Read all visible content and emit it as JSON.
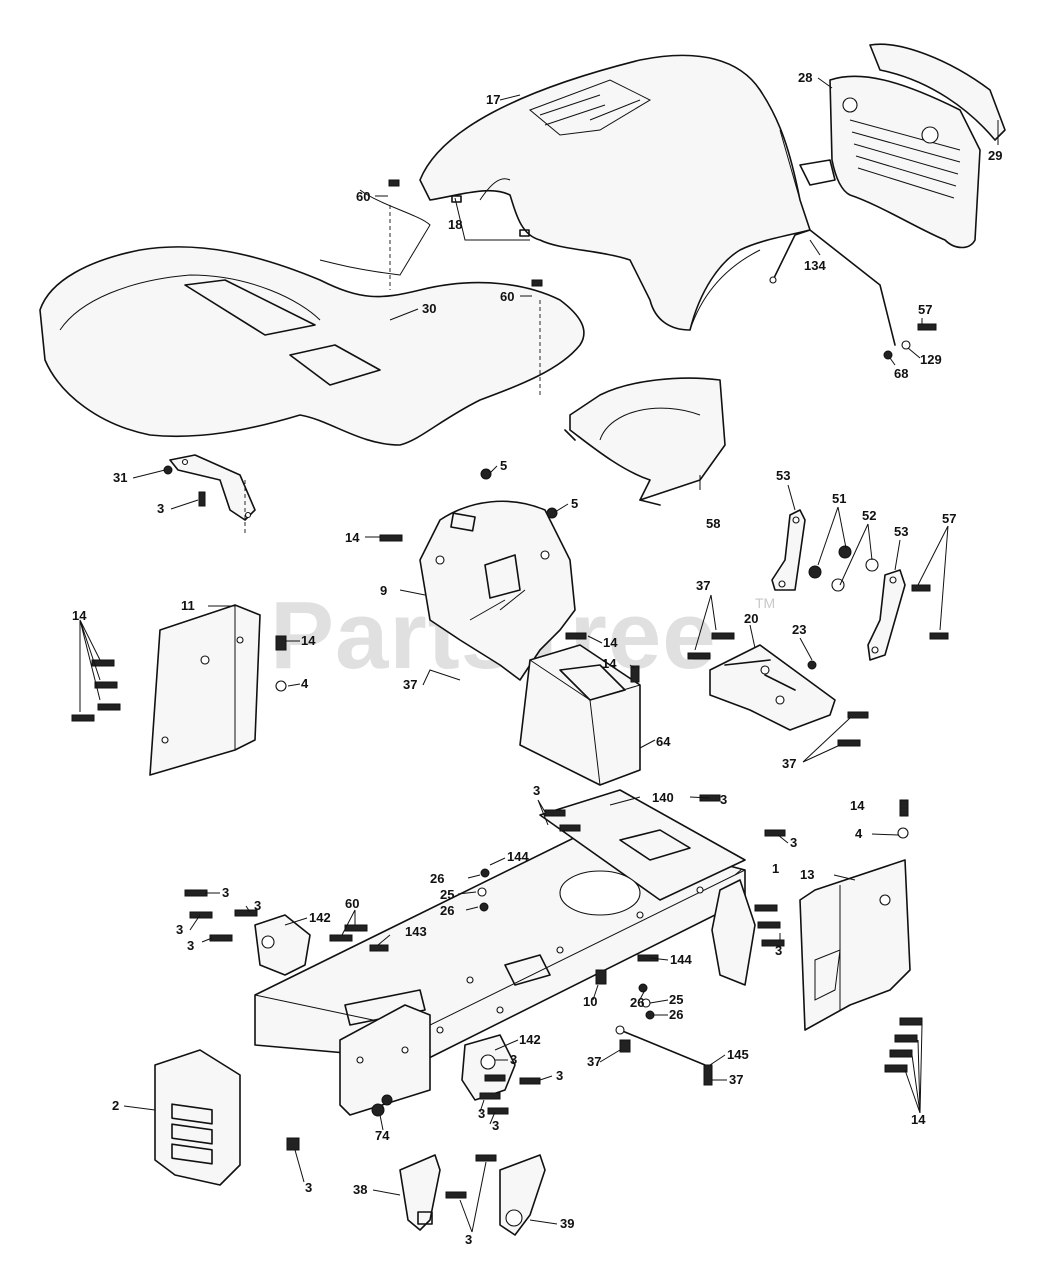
{
  "watermark": {
    "text": "PartsTree",
    "tm": "TM"
  },
  "callouts": {
    "c17": "17",
    "c28": "28",
    "c29": "29",
    "c60a": "60",
    "c18": "18",
    "c60b": "60",
    "c30": "30",
    "c134": "134",
    "c57a": "57",
    "c129": "129",
    "c68": "68",
    "c31": "31",
    "c3a": "3",
    "c5a": "5",
    "c5b": "5",
    "c58": "58",
    "c14a": "14",
    "c9": "9",
    "c53a": "53",
    "c51": "51",
    "c52": "52",
    "c53b": "53",
    "c57b": "57",
    "c11": "11",
    "c14b": "14",
    "c14c": "14",
    "c37a": "37",
    "c20": "20",
    "c23": "23",
    "c14d": "14",
    "c14e": "14",
    "c4a": "4",
    "c37b": "37",
    "c64": "64",
    "c37c": "37",
    "c3b": "3",
    "c140": "140",
    "c3c": "3",
    "c3d": "3",
    "c14f": "14",
    "c4b": "4",
    "c26a": "26",
    "c144a": "144",
    "c1": "1",
    "c13": "13",
    "c25a": "25",
    "c26b": "26",
    "c3e": "3",
    "c3f": "3",
    "c3g": "3",
    "c3h": "3",
    "c142a": "142",
    "c60c": "60",
    "c143": "143",
    "c3i": "3",
    "c144b": "144",
    "c10": "10",
    "c26c": "26",
    "c25b": "25",
    "c26d": "26",
    "c142b": "142",
    "c3j": "3",
    "c37d": "37",
    "c145": "145",
    "c37e": "37",
    "c2": "2",
    "c3k": "3",
    "c3l": "3",
    "c3m": "3",
    "c74": "74",
    "c3n": "3",
    "c14g": "14",
    "c38": "38",
    "c3o": "3",
    "c39": "39"
  }
}
